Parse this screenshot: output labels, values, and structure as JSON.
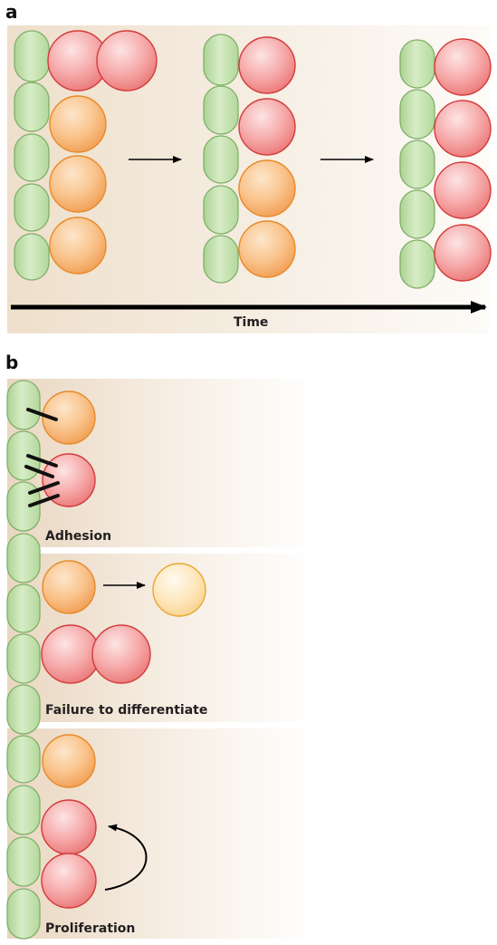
{
  "panel_a": {
    "label": "a",
    "axis_label": "Time"
  },
  "panel_b": {
    "label": "b",
    "scenarios": [
      {
        "label": "Adhesion"
      },
      {
        "label": "Failure to differentiate"
      },
      {
        "label": "Proliferation"
      }
    ]
  },
  "colors": {
    "niche_cell_fill": "#c8e2b4",
    "niche_cell_stroke": "#7fb069",
    "red_cell_fill": "#f4a8a8",
    "red_cell_stroke": "#d23c3c",
    "orange_cell_fill": "#f8c48a",
    "orange_cell_stroke": "#e88a2a",
    "pale_cell_fill": "#fde3b0",
    "pale_cell_stroke": "#e8a830",
    "background_tint": "#eedfcb",
    "arrow": "#000000"
  },
  "icons": [
    "green-niche-cell",
    "red-cell",
    "orange-cell",
    "pale-orange-cell",
    "adhesion-bar",
    "arrow"
  ]
}
